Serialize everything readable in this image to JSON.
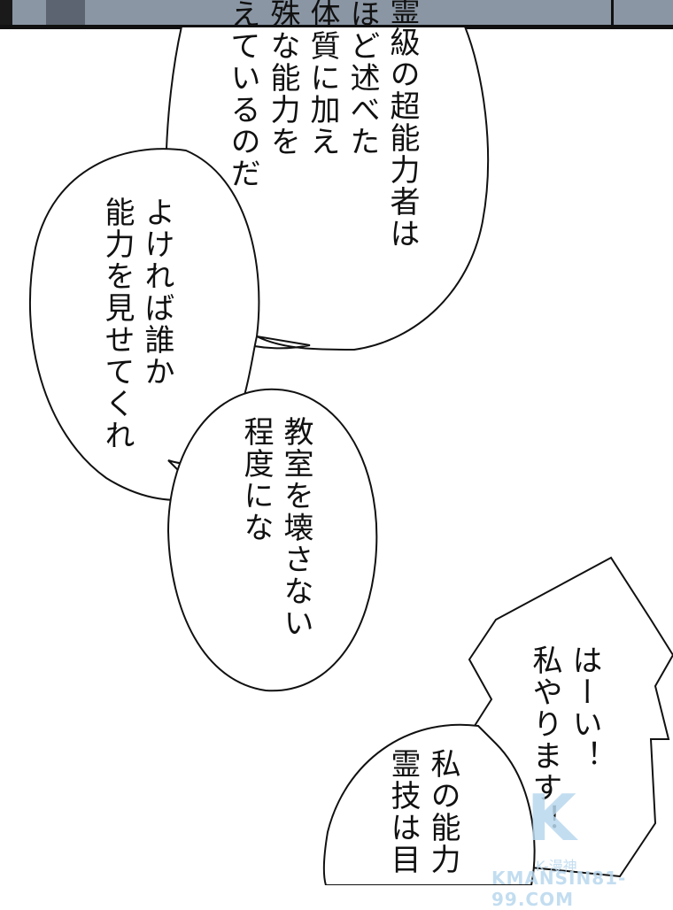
{
  "panel": {
    "top_strip_color": "#8a96a4",
    "background": "#ffffff"
  },
  "bubbles": [
    {
      "id": "bubble-top",
      "columns": [
        "霊級の超能力者は",
        "先ほど述べた",
        "超体質に加え",
        "特殊な能力を",
        "備えているのだ"
      ]
    },
    {
      "id": "bubble-left",
      "columns": [
        "よければ誰か",
        "能力を見せてくれ"
      ]
    },
    {
      "id": "bubble-middle",
      "columns": [
        "教室を壊さない",
        "程度にな"
      ]
    },
    {
      "id": "bubble-spiky",
      "columns": [
        "はーい！",
        "私やります！"
      ]
    },
    {
      "id": "bubble-bottom",
      "columns": [
        "私の能力",
        "霊技は目"
      ]
    }
  ],
  "watermark": {
    "logo": "K",
    "subtitle": "K-漫神",
    "url": "KMANSIN81-99.COM"
  }
}
